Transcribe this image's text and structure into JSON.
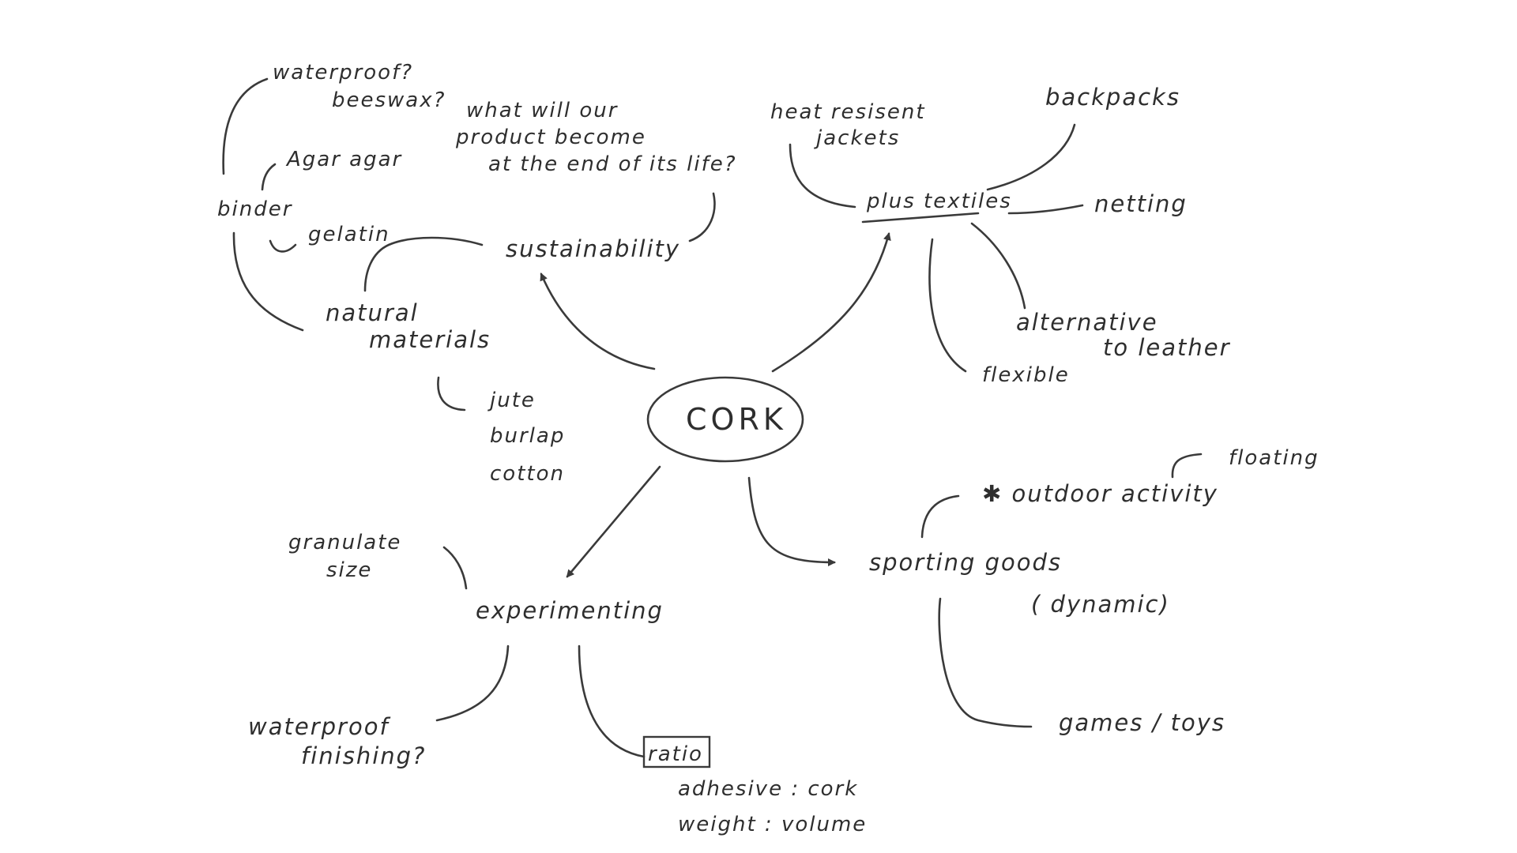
{
  "center": {
    "label": "CORK"
  },
  "sustainability": {
    "label": "sustainability",
    "question": [
      "what will our",
      "product become",
      "at the end of its life?"
    ],
    "natural_materials": [
      "natural",
      "materials"
    ],
    "fibers": [
      "jute",
      "burlap",
      "cotton"
    ],
    "binder": "binder",
    "binder_options": [
      "waterproof?",
      "beeswax?",
      "Agar agar",
      "gelatin"
    ]
  },
  "textiles": {
    "label": "plus textiles",
    "heat_resistant": [
      "heat resisent",
      "jackets"
    ],
    "backpacks": "backpacks",
    "netting": "netting",
    "leather": [
      "alternative",
      "to leather"
    ],
    "flexible": "flexible"
  },
  "experimenting": {
    "label": "experimenting",
    "granulate": [
      "granulate",
      "size"
    ],
    "waterproof": [
      "waterproof",
      "finishing?"
    ],
    "ratio": "ratio",
    "ratio_items": [
      "adhesive : cork",
      "weight : volume"
    ]
  },
  "sporting": {
    "label": "sporting goods",
    "dynamic": "( dynamic)",
    "outdoor": "✱ outdoor  activity",
    "floating": "floating",
    "games": "games / toys"
  }
}
